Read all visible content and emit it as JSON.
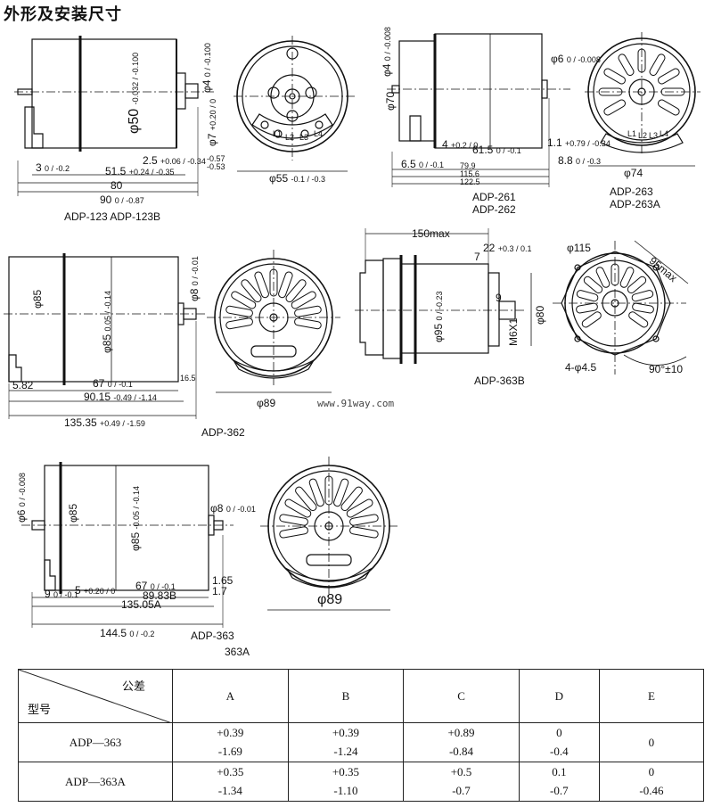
{
  "title": "外形及安装尺寸",
  "watermark": "www.91way.com",
  "models": {
    "adp123": "ADP-123  ADP-123B",
    "adp261": "ADP-261",
    "adp262": "ADP-262",
    "adp263": "ADP-263",
    "adp263a": "ADP-263A",
    "adp362": "ADP-362",
    "adp363b": "ADP-363B",
    "adp363": "ADP-363",
    "adp363a": "363A"
  },
  "dims": {
    "d123_phi4": "φ4",
    "d123_phi4_tol": "0 / -0.100",
    "d123_phi50": "φ50",
    "d123_phi50_tol": "-0.032 / -0.100",
    "d123_phi7": "φ7",
    "d123_phi7_tol": "+0.20 / 0",
    "d123_3": "3",
    "d123_3_tol": "0 / -0.2",
    "d123_25": "2.5",
    "d123_25_tol": "+0.06 / -0.34",
    "d123_515": "51.5",
    "d123_515_tol": "+0.24 / -0.35",
    "d123_80": "80",
    "d123_90": "90",
    "d123_90_tol": "0 / -0.87",
    "d123_057": "-0.57",
    "d123_053": "-0.53",
    "d123_phi55": "φ55",
    "d123_phi55_tol": "-0.1 / -0.3",
    "d123_L1": "L1",
    "d123_L2": "L2",
    "d123_L3": "L3",
    "d123_L4": "L4",
    "d261_phi4": "φ4",
    "d261_phi4_tol": "0 / -0.008",
    "d261_phi70": "φ70",
    "d261_phi6": "φ6",
    "d261_phi6_tol": "0 / -0.008",
    "d261_4": "4",
    "d261_4_tol": "+0.2 / 0",
    "d261_615": "61.5",
    "d261_615_tol": "0 / -0.1",
    "d261_11": "1.1",
    "d261_11_tol": "+0.79 / -0.34",
    "d261_65": "6.5",
    "d261_65_tol": "0 / -0.1",
    "d261_799": "79.9",
    "d261_1156": "115.6",
    "d261_1225": "122.5",
    "d261_88": "8.8",
    "d261_88_tol": "0 / -0.3",
    "d263_phi74": "φ74",
    "d263_L1": "L1",
    "d263_L2": "L2",
    "d263_L3": "L3",
    "d263_L4": "L4",
    "d362_phi85": "φ85",
    "d362_phi85b": "φ85",
    "d362_phi85b_tol": "0.05 / -0.14",
    "d362_phi8": "φ8",
    "d362_phi8_tol": "0 / -0.01",
    "d362_582": "5.82",
    "d362_67": "67",
    "d362_67_tol": "0 / -0.1",
    "d362_9015": "90.15",
    "d362_9015_tol": "-0.49 / -1.14",
    "d362_13535": "135.35",
    "d362_13535_tol": "+0.49 / -1.59",
    "d362_165": "16.5",
    "d362_phi89": "φ89",
    "d363b_150": "150max",
    "d363b_7": "7",
    "d363b_22": "22",
    "d363b_22_tol": "+0.3 / 0.1",
    "d363b_9": "9",
    "d363b_phi95": "φ95",
    "d363b_phi95_tol": "0 / -0.23",
    "d363b_m6": "M6X1",
    "d363b_phi80": "φ80",
    "d363b_phi115": "φ115",
    "d363b_95max": "95max",
    "d363b_445": "4-φ4.5",
    "d363b_90": "90°±10",
    "d363_phi6": "φ6",
    "d363_phi6_tol": "0 / -0.008",
    "d363_phi85": "φ85",
    "d363_phi85b": "φ85",
    "d363_phi85b_tol": "-0.05 / -0.14",
    "d363_phi8": "φ8",
    "d363_phi8_tol": "0 / -0.01",
    "d363_9": "9",
    "d363_9_tol": "0 / -0.1",
    "d363_5": "5",
    "d363_5_tol": "+0.20 / 0",
    "d363_67": "67",
    "d363_67_tol": "0 / -0.1",
    "d363_8983": "89.83B",
    "d363_13505": "135.05A",
    "d363_1445": "144.5",
    "d363_1445_tol": "0 / -0.2",
    "d363_165": "1.65",
    "d363_17": "1.7",
    "d363_phi89": "φ89"
  },
  "table": {
    "corner_top": "公差",
    "corner_bottom": "型号",
    "columns": [
      "A",
      "B",
      "C",
      "D",
      "E"
    ],
    "rows": [
      {
        "model": "ADP—363",
        "upper": [
          "+0.39",
          "+0.39",
          "+0.89",
          "0"
        ],
        "lower": [
          "-1.69",
          "-1.24",
          "-0.84",
          "-0.4"
        ],
        "e": "0"
      },
      {
        "model": "ADP—363A",
        "upper": [
          "+0.35",
          "+0.35",
          "+0.5",
          "0.1",
          "0"
        ],
        "lower": [
          "-1.34",
          "-1.10",
          "-0.7",
          "-0.7",
          "-0.46"
        ]
      }
    ]
  }
}
